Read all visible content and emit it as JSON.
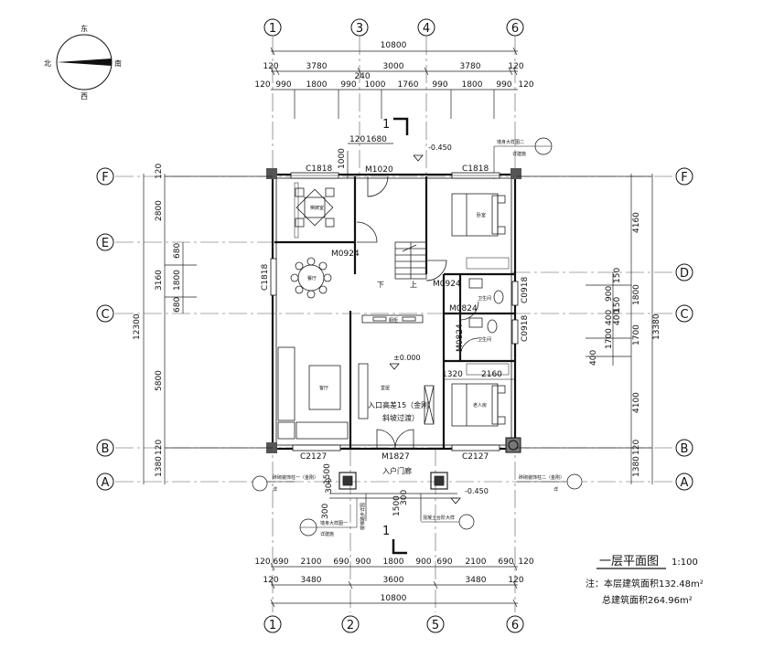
{
  "compass": {
    "north": "北",
    "east": "东",
    "south": "南",
    "west": "西"
  },
  "axes": {
    "top": [
      "1",
      "3",
      "4",
      "6"
    ],
    "bottom": [
      "1",
      "2",
      "5",
      "6"
    ],
    "left": [
      "F",
      "E",
      "C",
      "B",
      "A"
    ],
    "right": [
      "F",
      "D",
      "C",
      "B",
      "A"
    ]
  },
  "dims": {
    "top_total": "10800",
    "top_row1": [
      "120",
      "3780",
      "3000",
      "3780",
      "120"
    ],
    "top_row1_extra": "240",
    "top_row2": [
      "120",
      "990",
      "1800",
      "990",
      "1000",
      "1760",
      "990",
      "1800",
      "990",
      "120"
    ],
    "top_sub": [
      "120",
      "1680",
      "1000",
      "120"
    ],
    "bottom_row1": [
      "120",
      "690",
      "2100",
      "690",
      "900",
      "1800",
      "900",
      "690",
      "2100",
      "690",
      "120"
    ],
    "bottom_row2": [
      "120",
      "3480",
      "3600",
      "3480",
      "120"
    ],
    "bottom_total": "10800",
    "left_total": "12300",
    "left_segments": [
      "120",
      "2800",
      "3160",
      "5800",
      "1380",
      "120"
    ],
    "left_inner": [
      "680",
      "1800",
      "680"
    ],
    "right_total": "13380",
    "right_segments": [
      "4160",
      "1800",
      "1700",
      "4100",
      "1380",
      "120"
    ],
    "right_inner": [
      "150",
      "900",
      "400",
      "400",
      "150",
      "1700",
      "400"
    ],
    "mid": [
      "1320",
      "2160",
      "1500",
      "300",
      "300",
      "1500",
      "300"
    ]
  },
  "labels": {
    "levels": [
      "-0.450",
      "±0.000",
      "-0.450"
    ],
    "section": "1",
    "windows": [
      "C1818",
      "C1818",
      "C1818",
      "C2127",
      "C2127",
      "C0918",
      "C0918"
    ],
    "doors": [
      "M1020",
      "M0924",
      "M0924",
      "M0824",
      "M0824",
      "M1827"
    ],
    "rooms": [
      "棋牌室",
      "餐厅",
      "客厅",
      "卧室",
      "老人房",
      "卫生间",
      "卫生间"
    ],
    "stair": [
      "下",
      "上"
    ],
    "entrance": [
      "入户门廊"
    ],
    "hall": [
      "堂屋",
      "入口高差15（金刚",
      "斜坡过渡）"
    ],
    "detail_refs": [
      "墙身大样图二",
      "详建施",
      "墙身大样图一",
      "详建施",
      "楼梯踏步详图",
      "混凝土台阶大样"
    ],
    "column_refs": [
      "砖砌装饰柱一（金刚）",
      "详",
      "砖砌装饰柱二（金刚）",
      "详"
    ],
    "cabinet": "橱柜"
  },
  "title": {
    "main": "一层平面图",
    "scale": "1:100"
  },
  "notes": {
    "line1": "注：本层建筑面积132.48m²",
    "line2": "总建筑面积264.96m²"
  }
}
